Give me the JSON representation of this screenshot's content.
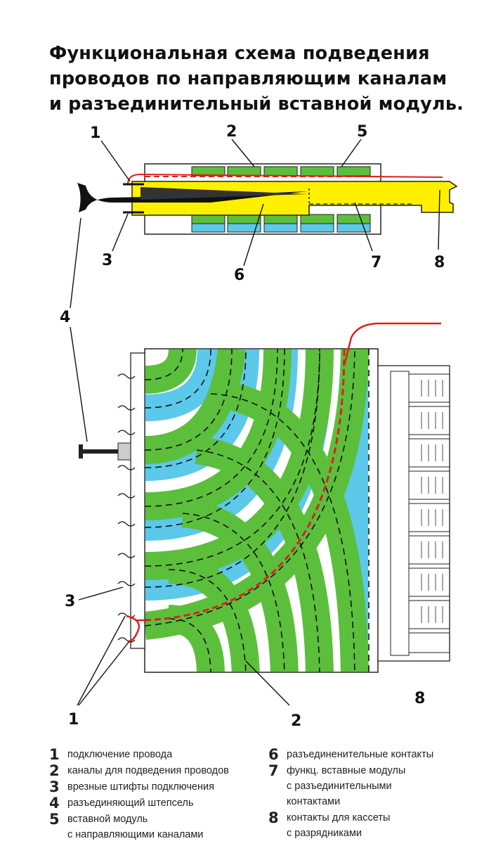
{
  "title": {
    "line1": "Функциональная схема подведения",
    "line2": "проводов по направляющим каналам",
    "line3": "и разъединительный вставной модуль."
  },
  "callouts": {
    "top": [
      "1",
      "2",
      "5",
      "3",
      "6",
      "7",
      "8"
    ],
    "plug": "4",
    "bottom": [
      "3",
      "1",
      "2",
      "8"
    ]
  },
  "legend": {
    "left": [
      {
        "num": "1",
        "text": "подключение провода"
      },
      {
        "num": "2",
        "text": "каналы для подведения проводов"
      },
      {
        "num": "3",
        "text": "врезные штифты подключения"
      },
      {
        "num": "4",
        "text": "разъединяющий штепсель"
      },
      {
        "num": "5",
        "text": "вставной модуль\nс направляющими каналами"
      }
    ],
    "right": [
      {
        "num": "6",
        "text": "разъединенительные контакты"
      },
      {
        "num": "7",
        "text": "функц. вставные модулы\nс разъединительными\nконтактами"
      },
      {
        "num": "8",
        "text": "контакты для кассеты\nс разрядниками"
      }
    ]
  },
  "colors": {
    "green": "#5cbf3c",
    "blue": "#5cc8ea",
    "yellow": "#fff000",
    "red": "#e01e1e"
  }
}
